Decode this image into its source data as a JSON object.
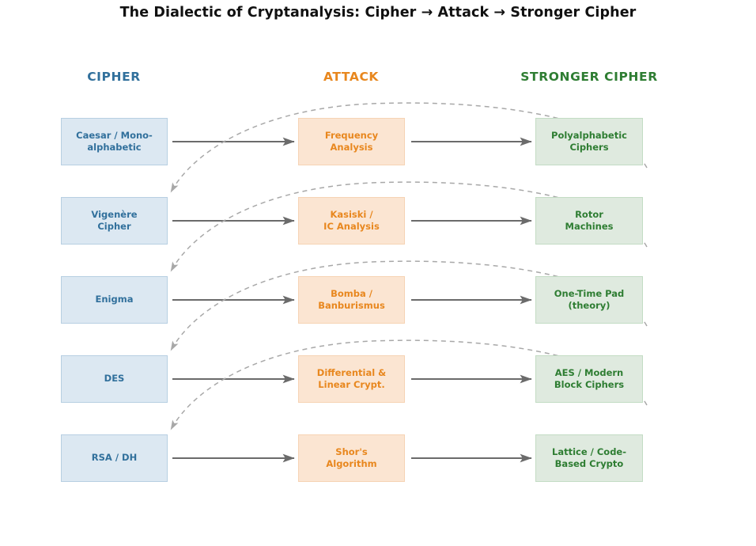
{
  "title": "The Dialectic of Cryptanalysis: Cipher → Attack → Stronger Cipher",
  "headers": {
    "cipher": "CIPHER",
    "attack": "ATTACK",
    "stronger": "STRONGER CIPHER"
  },
  "colors": {
    "cipher_text": "#31709c",
    "cipher_fill": "#dce8f2",
    "cipher_border": "#b7cfe2",
    "attack_text": "#e8871e",
    "attack_fill": "#fbe5d2",
    "attack_border": "#f6d3b4",
    "stronger_text": "#2e7d32",
    "stronger_fill": "#dfeadf",
    "stronger_border": "#c3dcc4",
    "flow_arrow": "#6b6b6b",
    "feedback_arrow": "#a8a8a8",
    "title_text": "#111111",
    "background": "#ffffff"
  },
  "rows": [
    {
      "cipher": "Caesar / Mono-\nalphabetic",
      "attack": "Frequency\nAnalysis",
      "stronger": "Polyalphabetic\nCiphers"
    },
    {
      "cipher": "Vigenère\nCipher",
      "attack": "Kasiski /\nIC Analysis",
      "stronger": "Rotor\nMachines"
    },
    {
      "cipher": "Enigma",
      "attack": "Bomba /\nBanburismus",
      "stronger": "One-Time Pad\n(theory)"
    },
    {
      "cipher": "DES",
      "attack": "Differential &\nLinear Crypt.",
      "stronger": "AES / Modern\nBlock Ciphers"
    },
    {
      "cipher": "RSA / DH",
      "attack": "Shor's\nAlgorithm",
      "stronger": "Lattice / Code-\nBased Crypto"
    }
  ],
  "edges": {
    "flow_label": "",
    "feedback_label": ""
  }
}
